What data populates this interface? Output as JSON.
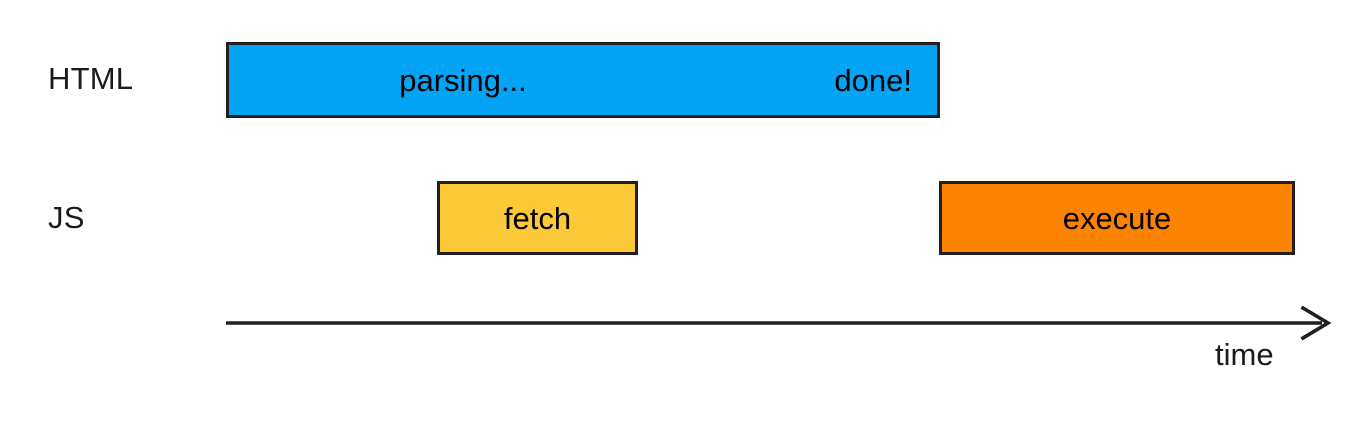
{
  "diagram": {
    "type": "timeline",
    "background": "#ffffff",
    "rows": [
      {
        "id": "html-row",
        "label": "HTML",
        "bars": [
          {
            "id": "parsing",
            "left_text": "parsing...",
            "right_text": "done!",
            "color": "#03a3f5",
            "border_color": "#231f20"
          }
        ]
      },
      {
        "id": "js-row",
        "label": "JS",
        "bars": [
          {
            "id": "fetch",
            "label": "fetch",
            "color": "#fcc938",
            "border_color": "#231f20"
          },
          {
            "id": "execute",
            "label": "execute",
            "color": "#fc8300",
            "border_color": "#231f20"
          }
        ]
      }
    ],
    "axis": {
      "label": "time",
      "direction": "right",
      "color": "#231f20"
    }
  }
}
